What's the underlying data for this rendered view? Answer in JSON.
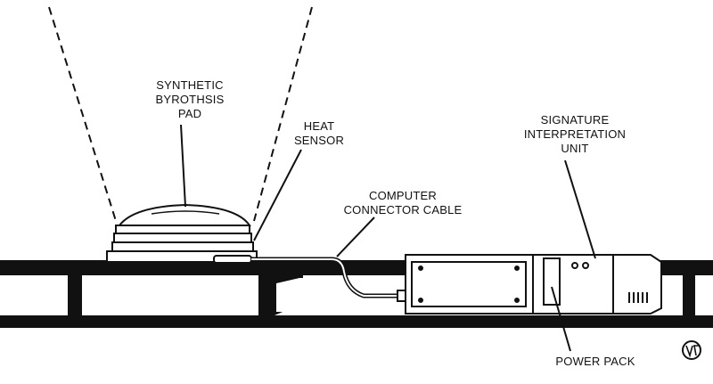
{
  "labels": {
    "pad": "SYNTHETIC\nBYROTHSIS\nPAD",
    "heat_sensor": "HEAT\nSENSOR",
    "cable": "COMPUTER\nCONNECTOR CABLE",
    "siu": "SIGNATURE\nINTERPRETATION\nUNIT",
    "power": "POWER PACK"
  },
  "colors": {
    "ink": "#111111",
    "background": "#ffffff"
  },
  "icons": {
    "watermark": "artist-monogram-icon"
  }
}
